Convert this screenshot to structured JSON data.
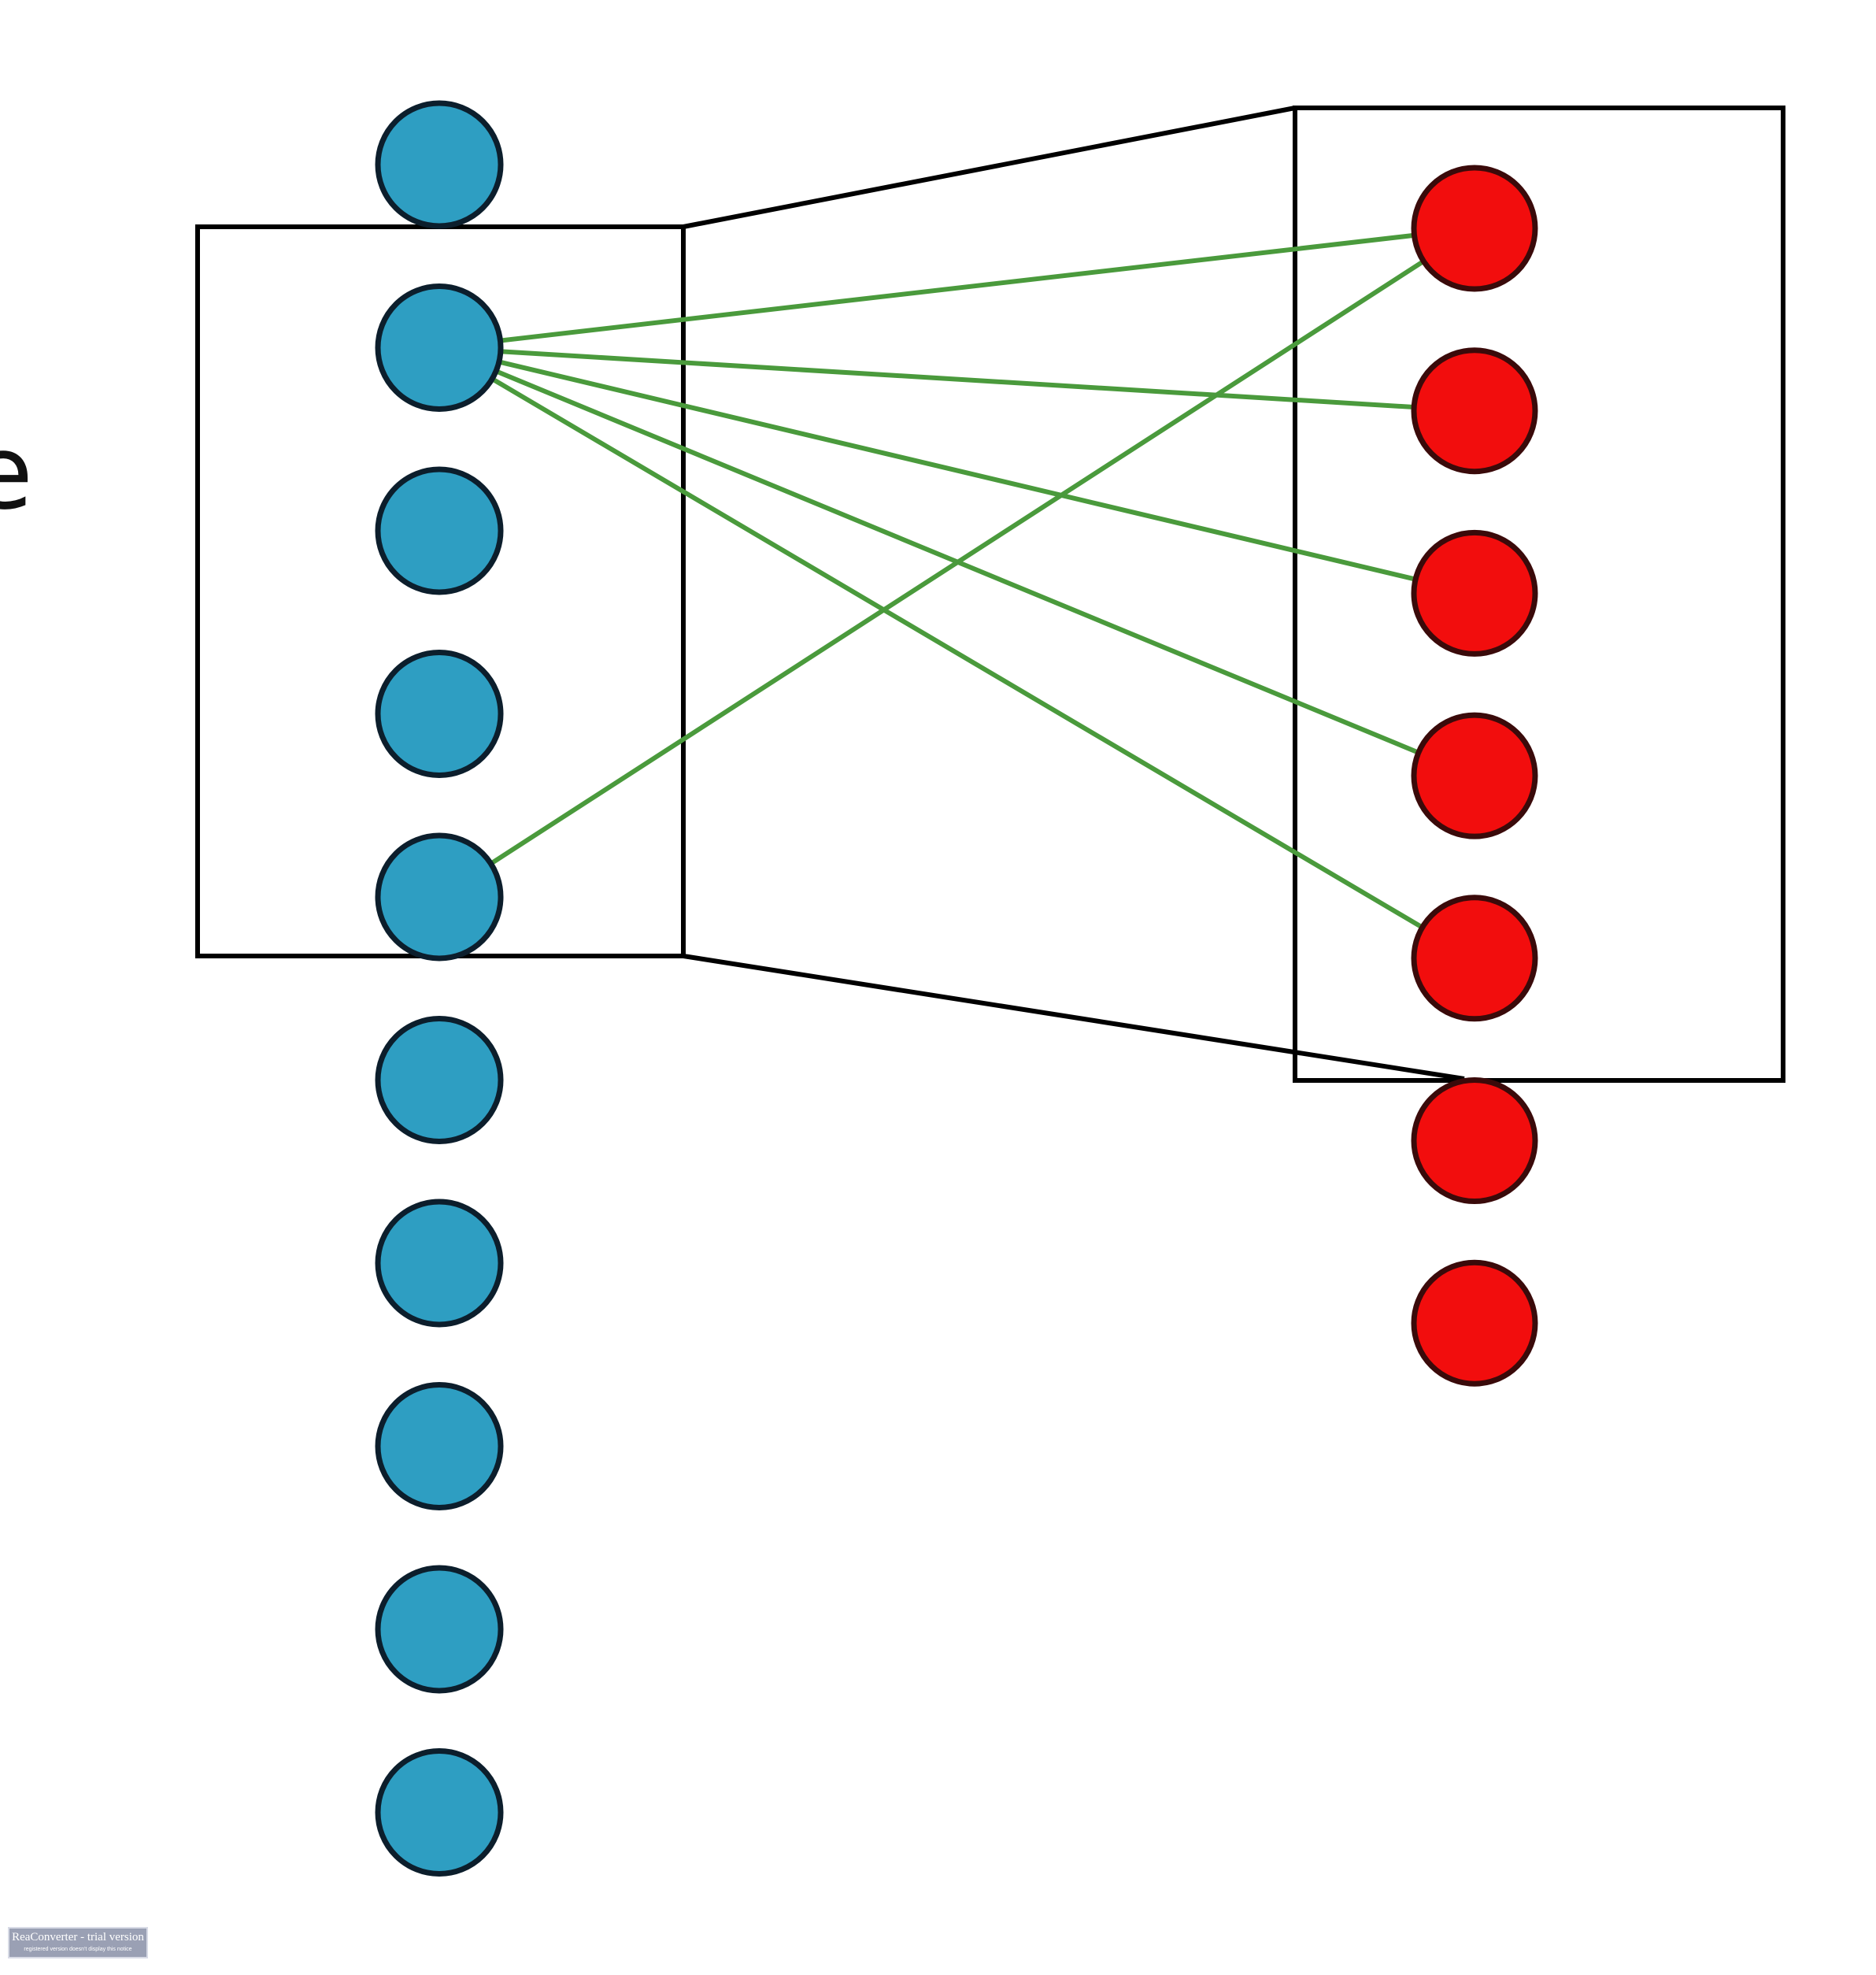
{
  "diagram": {
    "type": "fully-connected-layer-zoom",
    "cropped_left_text": "e",
    "input_neurons": 10,
    "output_neurons": 7,
    "highlighted_input_window": [
      2,
      5
    ],
    "highlighted_output_window": [
      1,
      5
    ],
    "connections": [
      {
        "from": 2,
        "to": 1
      },
      {
        "from": 2,
        "to": 2
      },
      {
        "from": 2,
        "to": 3
      },
      {
        "from": 2,
        "to": 4
      },
      {
        "from": 2,
        "to": 5
      },
      {
        "from": 5,
        "to": 1
      }
    ],
    "colors": {
      "input_fill": "#2e9ec2",
      "output_fill": "#f20d0d",
      "connection": "#4a9a3c",
      "stroke": "#0c1e2c",
      "frame": "#000000"
    }
  },
  "watermark": {
    "line1": "ReaConverter - trial version",
    "line2": "registered version doesn't display this notice"
  }
}
